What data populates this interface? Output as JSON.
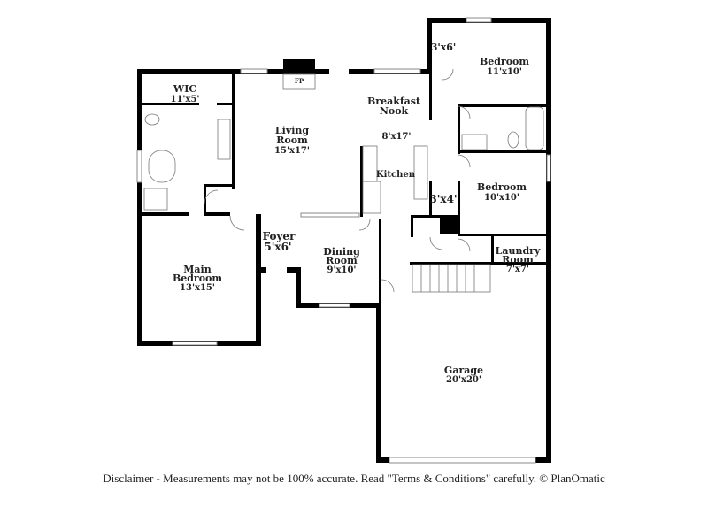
{
  "rooms": {
    "wic": {
      "name": "WIC",
      "size": "11'x5'"
    },
    "closet1": {
      "size": "3'x6'"
    },
    "bedroom1": {
      "name": "Bedroom",
      "size": "11'x10'"
    },
    "fireplace": {
      "name": "FP"
    },
    "breakfast": {
      "name1": "Breakfast",
      "name2": "Nook",
      "size": "8'x17'"
    },
    "living": {
      "name1": "Living",
      "name2": "Room",
      "size": "15'x17'"
    },
    "kitchen": {
      "name": "Kitchen"
    },
    "closet2": {
      "size": "3'x4'"
    },
    "bedroom2": {
      "name": "Bedroom",
      "size": "10'x10'"
    },
    "foyer": {
      "name": "Foyer",
      "size": "5'x6'"
    },
    "dining": {
      "name1": "Dining",
      "name2": "Room",
      "size": "9'x10'"
    },
    "laundry": {
      "name1": "Laundry",
      "name2": "Room",
      "size": "7'x7'"
    },
    "main_bedroom": {
      "name1": "Main",
      "name2": "Bedroom",
      "size": "13'x15'"
    },
    "garage": {
      "name": "Garage",
      "size": "20'x20'"
    }
  },
  "disclaimer": "Disclaimer - Measurements may not be 100% accurate. Read \"Terms & Conditions\" carefully. © PlanOmatic",
  "colors": {
    "wall": "#000000",
    "window": "#cfcfcf",
    "line": "#555555"
  }
}
